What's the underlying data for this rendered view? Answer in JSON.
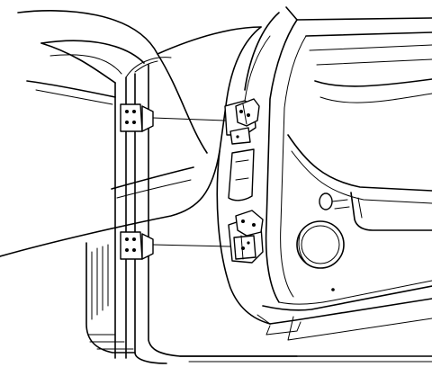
{
  "diagram": {
    "parts": [
      {
        "id": "upper-door-hinge",
        "kind": "hinge"
      },
      {
        "id": "lower-door-hinge",
        "kind": "hinge"
      },
      {
        "id": "upper-body-hinge-mount",
        "kind": "hinge-mount"
      },
      {
        "id": "lower-body-hinge-mount",
        "kind": "hinge-mount"
      },
      {
        "id": "door-panel",
        "kind": "door"
      },
      {
        "id": "body-pillar",
        "kind": "body"
      },
      {
        "id": "door-speaker",
        "kind": "speaker"
      },
      {
        "id": "door-lock-knob",
        "kind": "knob"
      }
    ],
    "leader_lines": [
      {
        "from": "upper-body-hinge-mount",
        "to": "upper-door-hinge"
      },
      {
        "from": "lower-body-hinge-mount",
        "to": "lower-door-hinge"
      }
    ],
    "colors": {
      "line": "#000000",
      "background": "#ffffff"
    }
  }
}
